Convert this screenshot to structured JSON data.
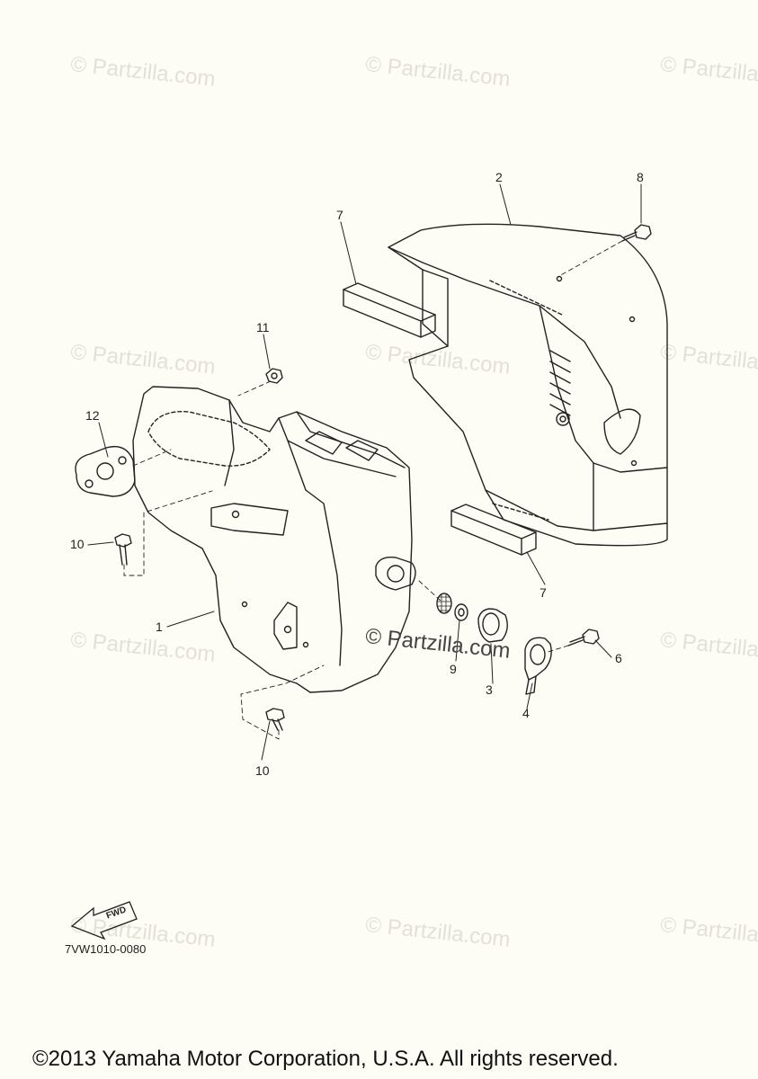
{
  "watermark": "© Partzilla.com",
  "center_watermark": "© Partzilla.com",
  "callouts": {
    "c1": "1",
    "c2": "2",
    "c3": "3",
    "c4": "4",
    "c6": "6",
    "c7a": "7",
    "c7b": "7",
    "c8": "8",
    "c9": "9",
    "c10a": "10",
    "c10b": "10",
    "c11": "11",
    "c12": "12"
  },
  "fwd_label": "FWD",
  "drawing_code": "7VW1010-0080",
  "copyright": "©2013 Yamaha Motor Corporation, U.S.A. All rights reserved.",
  "colors": {
    "line": "#222222",
    "watermark": "#e4e0d8",
    "background": "#fdfdf6"
  }
}
